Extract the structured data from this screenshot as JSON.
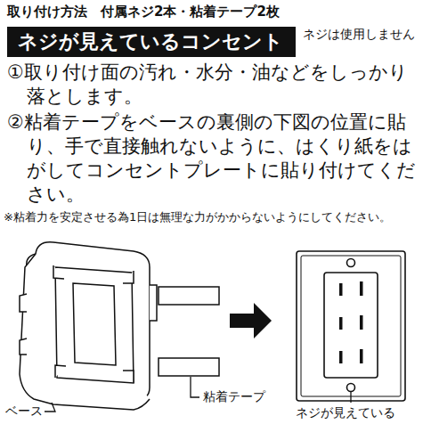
{
  "diagram": {
    "title": "取り付け方法　付属ネジ2本・粘着テープ2枚",
    "nodes": [
      {
        "text": [
          "ネジが見えているコンセント"
        ]
      }
    ],
    "labels": [
      "ネジは使用しません",
      "①取り付け面の汚れ・水分・油などをしっかり落とします。",
      "②粘着テープをベースの裏側の下図の位置に貼り、手で直接触れないように、はくり紙をはがしてコンセントプレートに貼り付けてください。",
      "※粘着力を安定させる為1日は無理な力がかからないようにしてください。",
      "粘着テープ",
      "ベース",
      "ネジが見えている"
    ]
  }
}
